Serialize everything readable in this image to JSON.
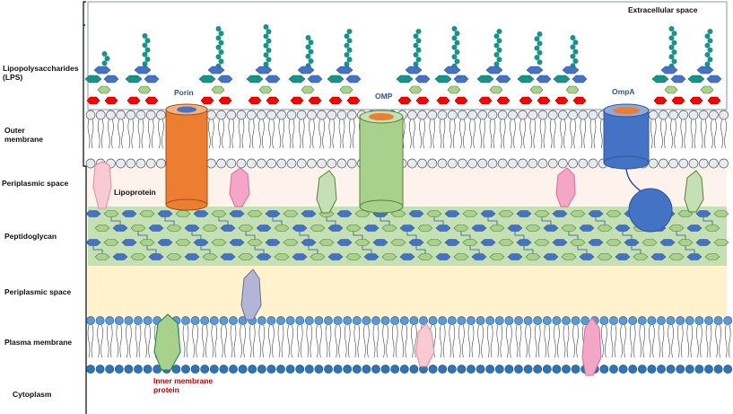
{
  "labels": {
    "extracellular": "Extracellular space",
    "lps": "Lipopolysaccharides (LPS)",
    "outer_membrane": "Outer membrane",
    "periplasmic_top": "Periplasmic  space",
    "lipoprotein": "Lipoprotein",
    "peptidoglycan": "Peptidoglycan",
    "periplasmic_bottom": "Periplasmic space",
    "plasma_membrane": "Plasma membrane",
    "cytoplasm": "Cytoplasm",
    "inner_membrane_protein": "Inner membrane protein"
  },
  "proteins": {
    "porin": "Porin",
    "omp": "OMP",
    "ompa": "OmpA"
  },
  "colors": {
    "lps_chain": "#17938a",
    "lps_blue": "#4472c4",
    "lps_green": "#a9d18e",
    "lps_red": "#ff0000",
    "porin": "#ed7d31",
    "omp": "#a9d18e",
    "ompa": "#4472c4",
    "lipoprotein_pink": "#f4a6c6",
    "peptidoglycan_bg": "#c5e0b4",
    "periplasm_bottom_bg": "#fff2cc"
  }
}
